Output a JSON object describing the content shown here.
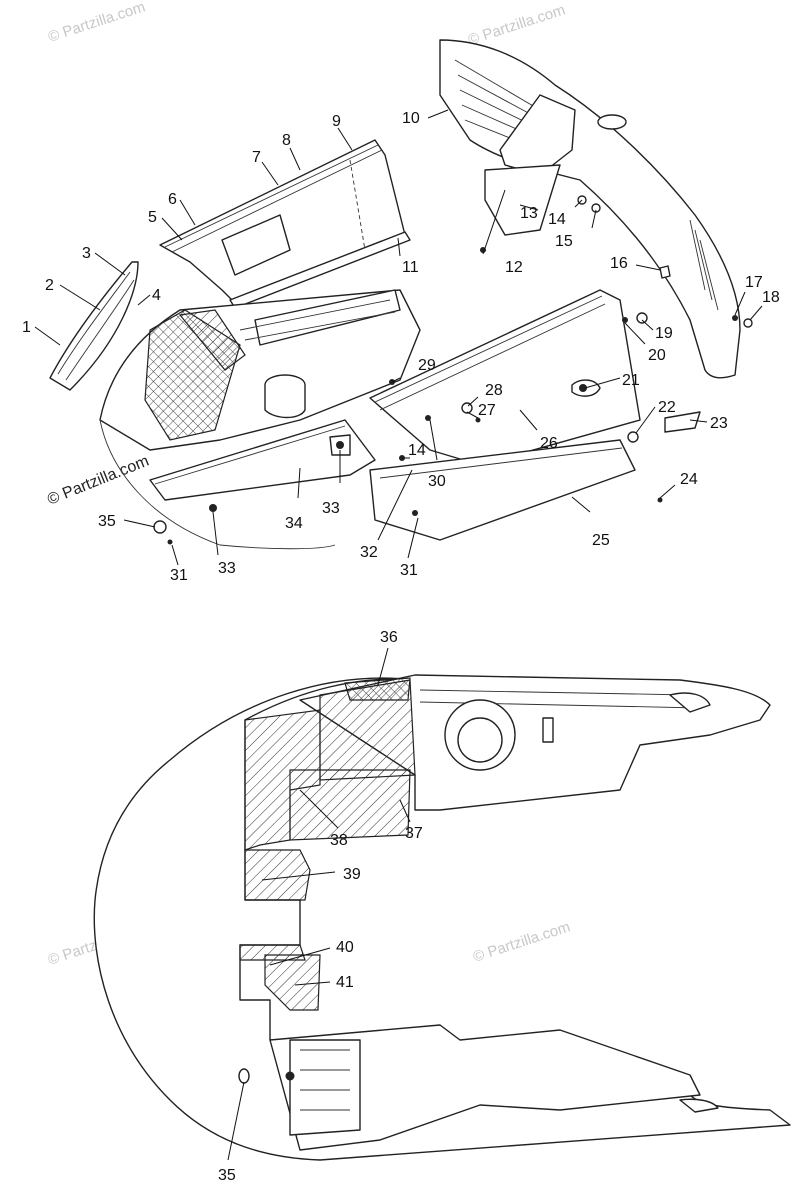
{
  "watermark": {
    "text": "© Partzilla.com"
  },
  "top_view": {
    "callouts": [
      {
        "id": "c1",
        "label": "1"
      },
      {
        "id": "c2",
        "label": "2"
      },
      {
        "id": "c3",
        "label": "3"
      },
      {
        "id": "c4",
        "label": "4"
      },
      {
        "id": "c5",
        "label": "5"
      },
      {
        "id": "c6",
        "label": "6"
      },
      {
        "id": "c7",
        "label": "7"
      },
      {
        "id": "c8",
        "label": "8"
      },
      {
        "id": "c9",
        "label": "9"
      },
      {
        "id": "c10",
        "label": "10"
      },
      {
        "id": "c11",
        "label": "11"
      },
      {
        "id": "c12",
        "label": "12"
      },
      {
        "id": "c13",
        "label": "13"
      },
      {
        "id": "c14a",
        "label": "14"
      },
      {
        "id": "c15",
        "label": "15"
      },
      {
        "id": "c16",
        "label": "16"
      },
      {
        "id": "c17",
        "label": "17"
      },
      {
        "id": "c18",
        "label": "18"
      },
      {
        "id": "c19",
        "label": "19"
      },
      {
        "id": "c20",
        "label": "20"
      },
      {
        "id": "c21",
        "label": "21"
      },
      {
        "id": "c22",
        "label": "22"
      },
      {
        "id": "c23",
        "label": "23"
      },
      {
        "id": "c24",
        "label": "24"
      },
      {
        "id": "c25",
        "label": "25"
      },
      {
        "id": "c26",
        "label": "26"
      },
      {
        "id": "c27",
        "label": "27"
      },
      {
        "id": "c28",
        "label": "28"
      },
      {
        "id": "c29",
        "label": "29"
      },
      {
        "id": "c30",
        "label": "30"
      },
      {
        "id": "c14b",
        "label": "14"
      },
      {
        "id": "c31a",
        "label": "31"
      },
      {
        "id": "c32",
        "label": "32"
      },
      {
        "id": "c33a",
        "label": "33"
      },
      {
        "id": "c34",
        "label": "34"
      },
      {
        "id": "c35a",
        "label": "35"
      },
      {
        "id": "c31b",
        "label": "31"
      },
      {
        "id": "c33b",
        "label": "33"
      }
    ]
  },
  "bottom_view": {
    "callouts": [
      {
        "id": "c36",
        "label": "36"
      },
      {
        "id": "c37",
        "label": "37"
      },
      {
        "id": "c38",
        "label": "38"
      },
      {
        "id": "c39",
        "label": "39"
      },
      {
        "id": "c40",
        "label": "40"
      },
      {
        "id": "c41",
        "label": "41"
      },
      {
        "id": "c35b",
        "label": "35"
      }
    ]
  }
}
